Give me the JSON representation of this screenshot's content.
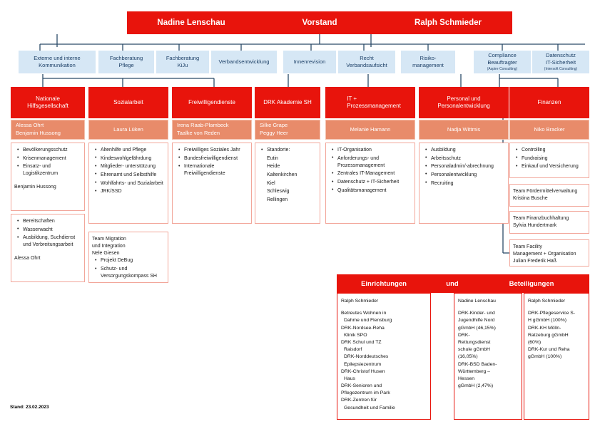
{
  "meta": {
    "footer_stand": "Stand: 23.02.2023"
  },
  "board": {
    "left_name": "Nadine Lenschau",
    "center_title": "Vorstand",
    "right_name": "Ralph Schmieder"
  },
  "staff_units": [
    {
      "line1": "Externe und interne",
      "line2": "Kommunikation",
      "sub": ""
    },
    {
      "line1": "Fachberatung",
      "line2": "Pflege",
      "sub": ""
    },
    {
      "line1": "Fachberatung",
      "line2": "KiJu",
      "sub": ""
    },
    {
      "line1": "Verbandsentwicklung",
      "line2": "",
      "sub": ""
    },
    {
      "line1": "Innenrevision",
      "line2": "",
      "sub": ""
    },
    {
      "line1": "Recht",
      "line2": "Verbandsaufsicht",
      "sub": ""
    },
    {
      "line1": "Risiko-",
      "line2": "management",
      "sub": ""
    },
    {
      "line1": "Compliance",
      "line2": "Beauftragter",
      "sub": "(Aspire Consulting)"
    },
    {
      "line1": "Datenschutz",
      "line2": "IT-Sicherheit",
      "sub": "(Intersoft Consulting)"
    }
  ],
  "departments": [
    {
      "title_line1": "Nationale",
      "title_line2": "Hilfsgesellschaft",
      "names": [
        "Alessa Ohrt",
        "Benjamin Hussong"
      ],
      "names_align": "left"
    },
    {
      "title_line1": "Sozialarbeit",
      "title_line2": "",
      "names": [
        "Laura Lüken"
      ],
      "names_align": "centered"
    },
    {
      "title_line1": "Freiwilligendienste",
      "title_line2": "",
      "names": [
        "Irena Raab-Plambeck",
        "Taalke von Reden"
      ],
      "names_align": "left"
    },
    {
      "title_line1": "DRK Akademie SH",
      "title_line2": "",
      "names": [
        "Silke Grape",
        "Peggy Heer"
      ],
      "names_align": "left"
    },
    {
      "title_line1": "IT +",
      "title_line2": "Prozessmanagement",
      "names": [
        "Melanie Hamann"
      ],
      "names_align": "centered"
    },
    {
      "title_line1": "Personal und",
      "title_line2": "Personalentwicklung",
      "names": [
        "Nadja Wittmis"
      ],
      "names_align": "centered"
    },
    {
      "title_line1": "Finanzen",
      "title_line2": "",
      "names": [
        "Niko Bracker"
      ],
      "names_align": "centered"
    }
  ],
  "col1_box1": {
    "items": [
      "Bevölkerungsschutz",
      "Krisenmanagement",
      "Einsatz- und Logistikzentrum"
    ],
    "footer": "Benjamin Hussong"
  },
  "col1_box2": {
    "items": [
      "Bereitschaften",
      "Wasserwacht",
      "Ausbildung, Suchdienst und Verbreitungsarbeit"
    ],
    "footer": "Alessa Ohrt"
  },
  "col2_box1": {
    "items": [
      "Altenhilfe und Pflege",
      "Kindeswohlgefährdung",
      "Mitglieder- unterstützung",
      "Ehrenamt und Selbsthilfe",
      "Wohlfahrts- und Sozialarbeit",
      "JRK/SSD"
    ]
  },
  "col2_box2": {
    "title_line1": "Team Migration",
    "title_line2": "und Integration",
    "lead": "Nele Giesen",
    "items": [
      "Projekt DeBug",
      "Schutz- und Versorgungskompass SH"
    ]
  },
  "col3_box1": {
    "items": [
      "Freiwilliges Soziales Jahr",
      "Bundesfreiwilligendienst",
      "Internationale Freiwilligendienste"
    ]
  },
  "col4_box1": {
    "bullet": "Standorte:",
    "items": [
      "Eutin",
      "Heide",
      "Kaltenkirchen",
      "Kiel",
      "Schleswig",
      "Rellingen"
    ]
  },
  "col5_box1": {
    "items": [
      "IT-Organisation",
      "Anforderungs- und Prozessmanagement",
      "Zentrales IT-Management",
      "Datenschutz + IT-Sicherheit",
      "Qualitätsmanagement"
    ]
  },
  "col6_box1": {
    "items": [
      "Ausbildung",
      "Arbeitsschutz",
      "Personaladmin/-abrechnung",
      "Personalentwicklung",
      "Recruiting"
    ]
  },
  "col7_box1": {
    "items": [
      "Controlling",
      "Fundraising",
      "Einkauf und Versicherung"
    ]
  },
  "col7_box2": {
    "line1": "Team Fördermittelverwaltung",
    "line2": "Kristina Busche"
  },
  "col7_box3": {
    "line1": "Team Finanzbuchhaltung",
    "line2": "Sylvia Hundertmark"
  },
  "col7_box4": {
    "line1": "Team Facility",
    "line2": "Management + Organisation",
    "line3": "Julian Frederik Haß"
  },
  "bottom": {
    "title_left": "Einrichtungen",
    "title_mid": "und",
    "title_right": "Beteiligungen",
    "einrichtungen": {
      "owner": "Ralph Schmieder",
      "entries": [
        "Betreutes Wohnen in",
        "Dahme und Flensburg",
        "DRK-Nordsee-Reha",
        "Klinik SPO",
        "DRK Schul und TZ",
        "Raisdorf",
        "DRK-Norddeutsches",
        "Epilepsiezentrum",
        "DRK-Christof Husen",
        "Haus",
        "DRK-Senioren und",
        "Pflegezentrum im Park",
        "DRK-Zentren für",
        "Gesundheit und Familie"
      ]
    },
    "beteiligungen_1": {
      "owner": "Nadine Lenschau",
      "entries": [
        "DRK-Kinder- und",
        "Jugendhilfe Nord",
        "gGmbH (46,15%)",
        "DRK-",
        "Rettungsdienst",
        "schule gGmbH",
        "(16,05%)",
        "DRK-BSD Baden-",
        "Württemberg –",
        "Hessen",
        "gGmbH (2,47%)"
      ]
    },
    "beteiligungen_2": {
      "owner": "Ralph Schmieder",
      "entries": [
        "DRK-Pflegeservice S-",
        "H gGmbH (100%)",
        "DRK-KH Mölln-",
        "Ratzeburg gGmbH",
        "(60%)",
        "DRK-Kur und Reha",
        "gGmbH (100%)"
      ]
    }
  },
  "colors": {
    "red": "#e8140c",
    "salmon": "#e88b6a",
    "light_blue": "#d6e7f5",
    "line_navy": "#2b4a68",
    "pink_border": "#f2a69a"
  }
}
